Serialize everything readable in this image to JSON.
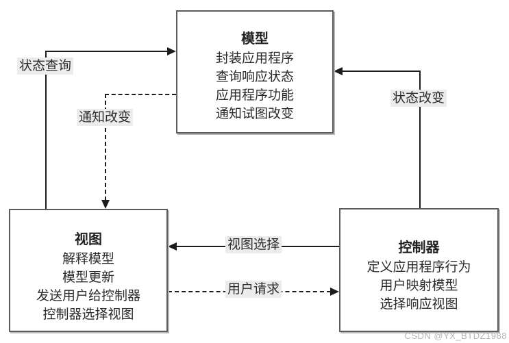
{
  "diagram": {
    "boxes": {
      "model": {
        "title": "模型",
        "lines": [
          "封装应用程序",
          "查询响应状态",
          "应用程序功能",
          "通知试图改变"
        ]
      },
      "view": {
        "title": "视图",
        "lines": [
          "解释模型",
          "模型更新",
          "发送用户给控制器",
          "控制器选择视图"
        ]
      },
      "controller": {
        "title": "控制器",
        "lines": [
          "定义应用程序行为",
          "用户映射模型",
          "选择响应视图"
        ]
      }
    },
    "edges": {
      "state_query": {
        "label": "状态查询",
        "style": "solid",
        "from": "视图",
        "to": "模型"
      },
      "notify_change": {
        "label": "通知改变",
        "style": "dashed",
        "from": "模型",
        "to": "视图"
      },
      "state_change": {
        "label": "状态改变",
        "style": "solid",
        "from": "控制器",
        "to": "模型"
      },
      "view_select": {
        "label": "视图选择",
        "style": "solid",
        "from": "控制器",
        "to": "视图"
      },
      "user_request": {
        "label": "用户请求",
        "style": "dashed",
        "from": "视图",
        "to": "控制器"
      }
    },
    "watermark": "CSDN @YX_BTDZ1988",
    "colors": {
      "line": "#1c1c1c",
      "box_border": "#5c5c5c",
      "label_bg": "#ececec",
      "watermark": "#b5b5b5"
    }
  }
}
